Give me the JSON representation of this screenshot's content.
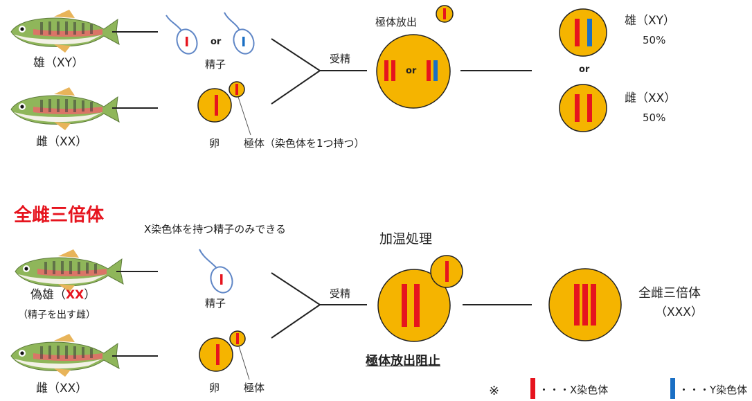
{
  "top": {
    "male_label": "雄（XY）",
    "female_label": "雌（XX）",
    "sperm_or": "or",
    "sperm_label": "精子",
    "egg_label": "卵",
    "polar_label": "極体（染色体を1つ持つ）",
    "fertilization": "受精",
    "polar_release": "極体放出",
    "zygote_or": "or",
    "result_male": "雄（XY）",
    "result_male_pct": "50%",
    "result_or": "or",
    "result_female": "雌（XX）",
    "result_female_pct": "50%"
  },
  "bottom": {
    "title": "全雌三倍体",
    "note": "X染色体を持つ精子のみできる",
    "pseudo_male_prefix": "偽雄（",
    "pseudo_male_xx": "XX",
    "pseudo_male_suffix": "）",
    "pseudo_male_sub": "（精子を出す雌）",
    "female_label": "雌（XX）",
    "sperm_label": "精子",
    "egg_label": "卵",
    "polar_label": "極体",
    "fertilization": "受精",
    "heat_label": "加温処理",
    "block_label": "極体放出阻止",
    "result_label": "全雌三倍体",
    "result_sub": "（XXX）"
  },
  "legend": {
    "mark": "※",
    "x_text": "・・・X染色体",
    "y_text": "・・・Y染色体"
  },
  "colors": {
    "x_chromosome": "#e6141e",
    "y_chromosome": "#1a6fc4",
    "cell_fill": "#f5b400",
    "accent_red": "#e6141e"
  }
}
